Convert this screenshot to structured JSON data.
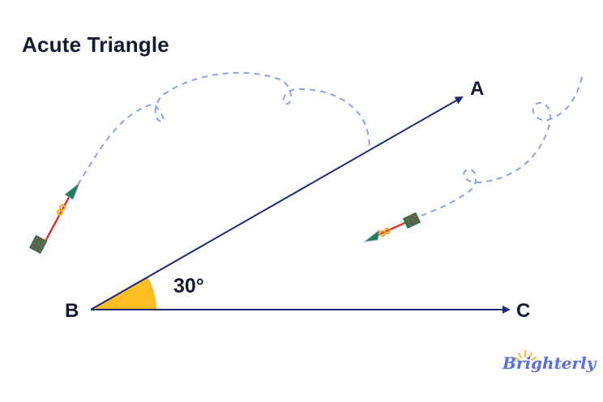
{
  "title": "Acute Triangle",
  "points": {
    "A": "A",
    "B": "B",
    "C": "C"
  },
  "angle": {
    "vertex": "B",
    "value_label": "30°",
    "fill_color": "#fbbf24"
  },
  "colors": {
    "ray": "#1e2a78",
    "dashed_path": "#8c9ef0",
    "text": "#161a31",
    "arrow_head": "#1f7a5a",
    "arrow_shaft": "#d63b2f",
    "brand": "#5b6fe0"
  },
  "decorations": {
    "left_arrow": "flying-arrow-up-right",
    "right_arrow": "flying-arrow-down-left"
  },
  "brand": {
    "logo_text": "Brighterly"
  }
}
